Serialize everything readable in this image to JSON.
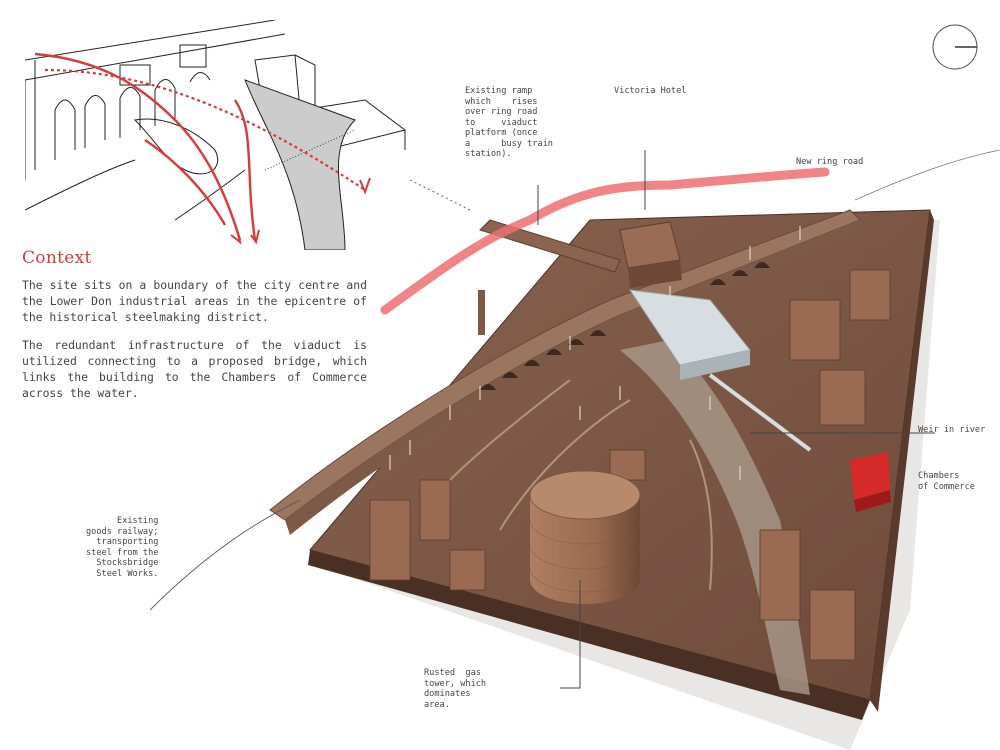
{
  "context": {
    "title": "Context",
    "paragraphs": [
      "The site sits on a boundary of the city centre and the Lower Don industrial areas in the epicentre of the historical steelmaking district.",
      "The redundant infrastructure of the viaduct is utilized connecting to a proposed bridge, which links the building to the Chambers of Commerce across the water."
    ]
  },
  "labels": {
    "ramp": "Existing ramp\nwhich    rises\nover ring road\nto     viaduct\nplatform (once\na      busy train\nstation).",
    "victoria_hotel": "Victoria Hotel",
    "ring_road": "New ring road",
    "weir": "Weir in river",
    "chambers": "Chambers\nof Commerce",
    "railway": "Existing\ngoods railway;\ntransporting\nsteel from the\nStocksbridge\nSteel Works.",
    "gas_tower": "Rusted  gas\ntower, which\ndominates\narea."
  },
  "colors": {
    "accent_red": "#d93a3a",
    "ring_road_pink": "#ef6f72",
    "chambers_red": "#d42a2a",
    "model_base": "#7a5442",
    "model_edge": "#4a3024"
  },
  "icons": {
    "north_arrow": "north-arrow-icon"
  }
}
